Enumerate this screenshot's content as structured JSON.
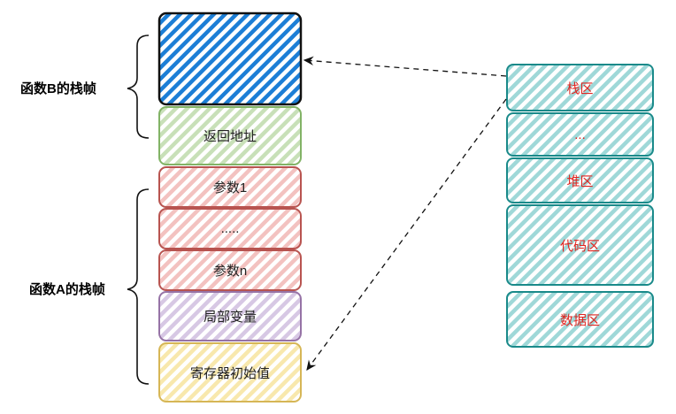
{
  "left_stack": {
    "frame_b": {
      "label": "函数B的栈帧"
    },
    "frame_a": {
      "label": "函数A的栈帧"
    },
    "items": [
      {
        "id": "frame-b-block",
        "label": ""
      },
      {
        "id": "return-address",
        "label": "返回地址"
      },
      {
        "id": "param-1",
        "label": "参数1"
      },
      {
        "id": "param-ellipsis",
        "label": "....."
      },
      {
        "id": "param-n",
        "label": "参数n"
      },
      {
        "id": "local-vars",
        "label": "局部变量"
      },
      {
        "id": "register-init",
        "label": "寄存器初始值"
      }
    ]
  },
  "memory_layout": {
    "items": [
      {
        "id": "stack-area",
        "label": "栈区"
      },
      {
        "id": "mem-ellipsis",
        "label": "..."
      },
      {
        "id": "heap-area",
        "label": "堆区"
      },
      {
        "id": "code-area",
        "label": "代码区"
      },
      {
        "id": "data-area",
        "label": "数据区"
      }
    ]
  },
  "colors": {
    "blue_fill": "#1c7ed6",
    "green_border": "#82b366",
    "red_border": "#b85450",
    "purple_border": "#9673a6",
    "yellow_border": "#d6b656",
    "teal_border": "#1a8a8a",
    "teal_fill": "#8fd0d0",
    "red_text": "#e0241f"
  }
}
